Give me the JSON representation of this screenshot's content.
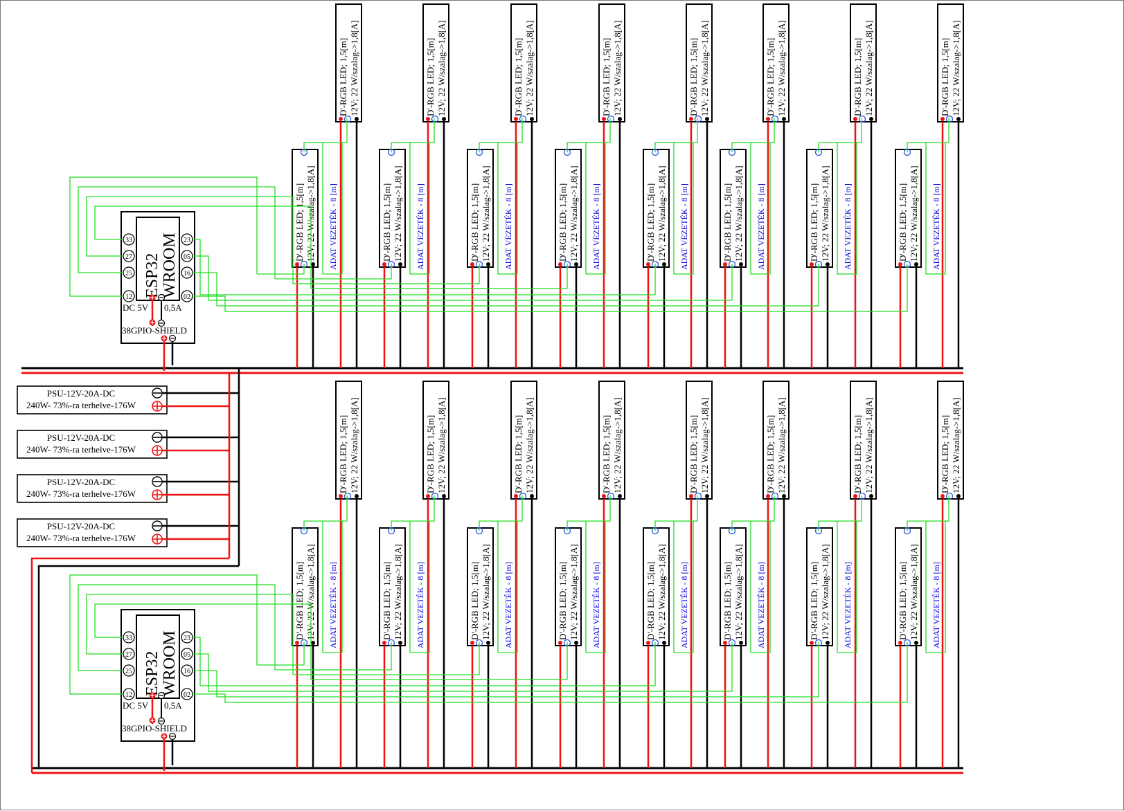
{
  "colors": {
    "positive": "#ee1111",
    "negative": "#000000",
    "data": "#22dd22",
    "label_blue": "#0000dd",
    "text": "#000000"
  },
  "strip": {
    "label_line1": "D'-RGB LED; 1,5[m]",
    "label_line2": "12V; 22 W/szalag->1,8[A]"
  },
  "data_wire": {
    "label": "ADAT VEZETÉK - 8 [m]"
  },
  "controller": {
    "title_line1": "ESP32",
    "title_line2": "WROOM",
    "pins_left": [
      "33",
      "27",
      "25",
      "12"
    ],
    "pins_right": [
      "23",
      "05",
      "16",
      "02"
    ],
    "supply_voltage": "DC 5V",
    "supply_current": "0,5A",
    "shield": "38GPIO-SHIELD"
  },
  "psu": {
    "line1": "PSU-12V-20A-DC",
    "line2_first": "240W- 73%-ra terhelve-176W",
    "line2_rest": "240W- 73%-ra terhelve-176W"
  },
  "icons": {
    "plus_terminal": "plus-terminal-icon",
    "minus_terminal": "minus-terminal-icon"
  }
}
